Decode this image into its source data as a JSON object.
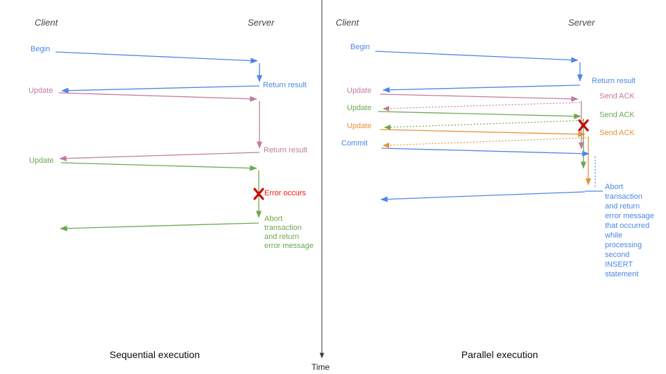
{
  "palette": {
    "blue": "#4a86e8",
    "pink": "#c27ba0",
    "green": "#6aa84f",
    "orange": "#e69138",
    "red_x": "#cc0000",
    "red_text": "#ff1100",
    "axis": "#3a3a3a"
  },
  "time_axis": {
    "label": "Time"
  },
  "left_panel": {
    "caption": "Sequential execution",
    "client_header": "Client",
    "server_header": "Server",
    "messages": {
      "begin": {
        "label": "Begin",
        "response": "Return result"
      },
      "update1": {
        "label": "Update",
        "response": "Return result"
      },
      "update2": {
        "label": "Update",
        "error": "Error occurs",
        "response": "Abort\ntransaction\nand return\nerror message"
      }
    }
  },
  "right_panel": {
    "caption": "Parallel execution",
    "client_header": "Client",
    "server_header": "Server",
    "messages": {
      "begin": {
        "label": "Begin",
        "response": "Return result"
      },
      "update1": {
        "label": "Update",
        "ack": "Send ACK"
      },
      "update2": {
        "label": "Update",
        "ack": "Send ACK"
      },
      "update3": {
        "label": "Update",
        "ack": "Send ACK"
      },
      "commit": {
        "label": "Commit",
        "response": "Abort\ntransaction\nand return\nerror message\nthat occurred\nwhile\nprocessing\nsecond\nINSERT\nstatement"
      }
    }
  }
}
